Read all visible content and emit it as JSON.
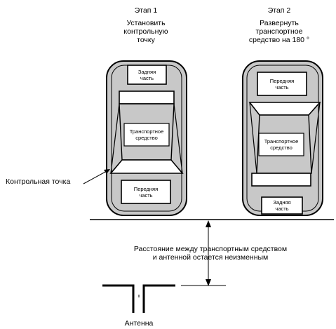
{
  "stage1": {
    "title": "Этап 1",
    "instruction": [
      "Установить",
      "контрольную",
      "точку"
    ],
    "top_label": [
      "Задняя",
      "часть"
    ],
    "middle_label": [
      "Транспортное",
      "средство"
    ],
    "bottom_label": [
      "Передняя",
      "часть"
    ]
  },
  "stage2": {
    "title": "Этап 2",
    "instruction": [
      "Развернуть",
      "транспортное",
      "средство на 180 °"
    ],
    "top_label": [
      "Передняя",
      "часть"
    ],
    "middle_label": [
      "Транспортное",
      "средство"
    ],
    "bottom_label": [
      "Задняя",
      "часть"
    ]
  },
  "control_point_label": "Контрольная точка",
  "distance_note": [
    "Расстояние между транспортным средством",
    "и антенной остается неизменным"
  ],
  "antenna_label": "Антенна",
  "colors": {
    "body_fill": "#c8c8c8",
    "line": "#000000",
    "window_fill": "#ffffff"
  }
}
